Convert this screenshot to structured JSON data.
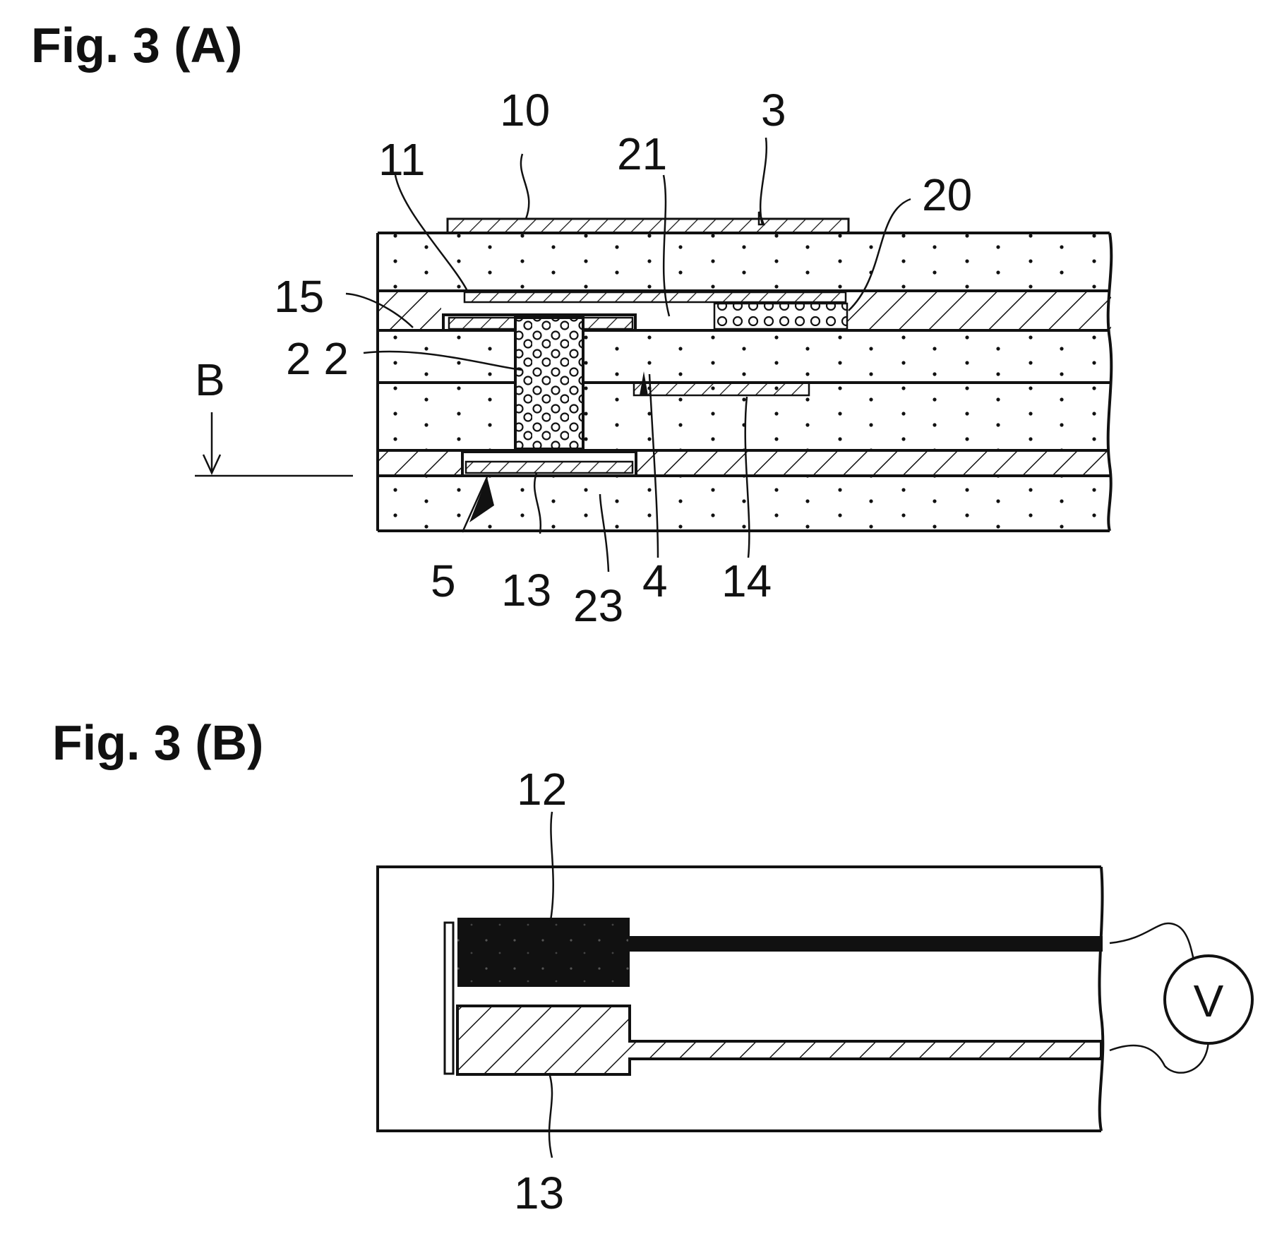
{
  "figures": {
    "a": {
      "title": "Fig. 3 (A)",
      "refs": {
        "r10": "10",
        "r3": "3",
        "r11": "11",
        "r21": "21",
        "r20": "20",
        "r15": "15",
        "r22": "2 2",
        "rB": "B",
        "r5": "5",
        "r13": "13",
        "r23": "23",
        "r4": "4",
        "r14": "14"
      }
    },
    "b": {
      "title": "Fig. 3 (B)",
      "refs": {
        "r12": "12",
        "r13": "13"
      },
      "meter_label": "V"
    }
  },
  "colors": {
    "ink": "#111111",
    "paper": "#ffffff"
  }
}
